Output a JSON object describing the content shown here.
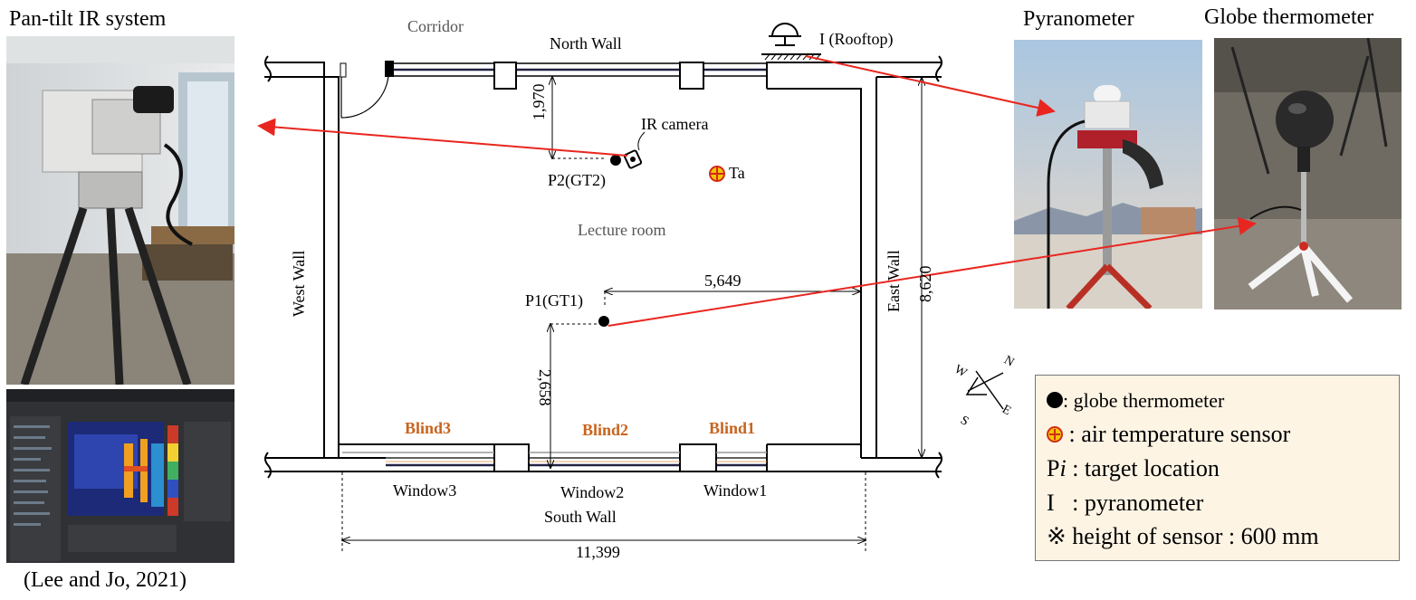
{
  "captions": {
    "pan_tilt": "Pan-tilt IR system",
    "citation": "(Lee and Jo, 2021)",
    "pyranometer": "Pyranometer",
    "globe_thermometer": "Globe thermometer"
  },
  "plan": {
    "corridor": "Corridor",
    "north_wall": "North Wall",
    "south_wall": "South Wall",
    "west_wall": "West Wall",
    "east_wall": "East Wall",
    "rooftop": "I (Rooftop)",
    "ir_camera": "IR camera",
    "p2": "P2(GT2)",
    "ta": "Ta",
    "lecture_room": "Lecture room",
    "p1": "P1(GT1)",
    "blinds": [
      "Blind3",
      "Blind2",
      "Blind1"
    ],
    "windows": [
      "Window3",
      "Window2",
      "Window1"
    ],
    "dimensions": {
      "d1970": "1,970",
      "d5649": "5,649",
      "d8620": "8,620",
      "d2658": "2,658",
      "d11399": "11,399"
    },
    "compass": {
      "n": "N",
      "e": "E",
      "s": "S",
      "w": "W"
    }
  },
  "legend": {
    "globe": ": globe  thermometer",
    "air": ": air temperature sensor",
    "target_p": "P",
    "target_i": "i",
    "target_rest": " : target location",
    "pyr": "I   : pyranometer",
    "height": "※ height of sensor : 600 mm"
  },
  "colors": {
    "arrow": "#e8261f",
    "blind": "#c8641e",
    "legend_bg": "#fdf4e4"
  }
}
